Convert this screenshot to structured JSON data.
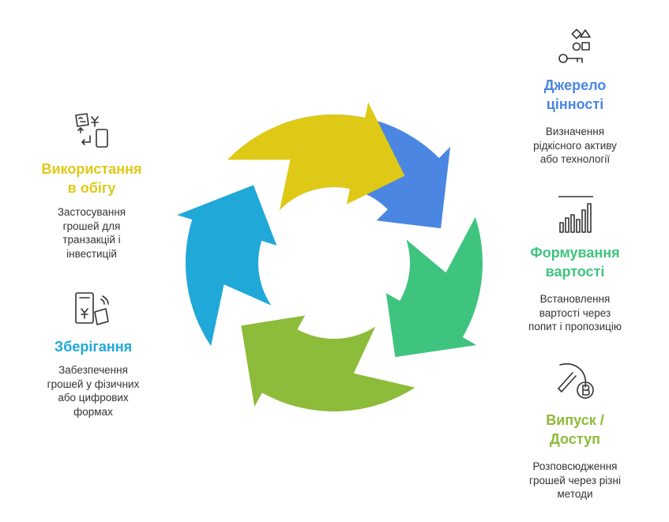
{
  "colors": {
    "blue": "#4a86e2",
    "green": "#3ec47f",
    "lime": "#8dbb3a",
    "cyan": "#1fa8d8",
    "yellow": "#dfc917",
    "icon": "#333333"
  },
  "stages": [
    {
      "id": "source",
      "title": "Джерело\nцінності",
      "description": "Визначення\nрідкісного активу\nабо технології",
      "color": "#4a86e2",
      "icon": "shapes-key-icon"
    },
    {
      "id": "valuation",
      "title": "Формування\nвартості",
      "description": "Встановлення\nвартості через\nпопит і пропозицію",
      "color": "#3ec47f",
      "icon": "bar-chart-icon"
    },
    {
      "id": "issuance",
      "title": "Випуск /\nДоступ",
      "description": "Розповсюдження\nгрошей через різні\nметоди",
      "color": "#8dbb3a",
      "icon": "pickaxe-bitcoin-icon"
    },
    {
      "id": "storage",
      "title": "Зберігання",
      "description": "Забезпечення\nгрошей у фізичних\nабо цифрових\nформах",
      "color": "#1fa8d8",
      "icon": "wallet-contactless-icon"
    },
    {
      "id": "circulation",
      "title": "Використання\nв обігу",
      "description": "Застосування\nгрошей для\nтранзакцій і\nінвестицій",
      "color": "#dfc917",
      "icon": "exchange-icon"
    }
  ]
}
